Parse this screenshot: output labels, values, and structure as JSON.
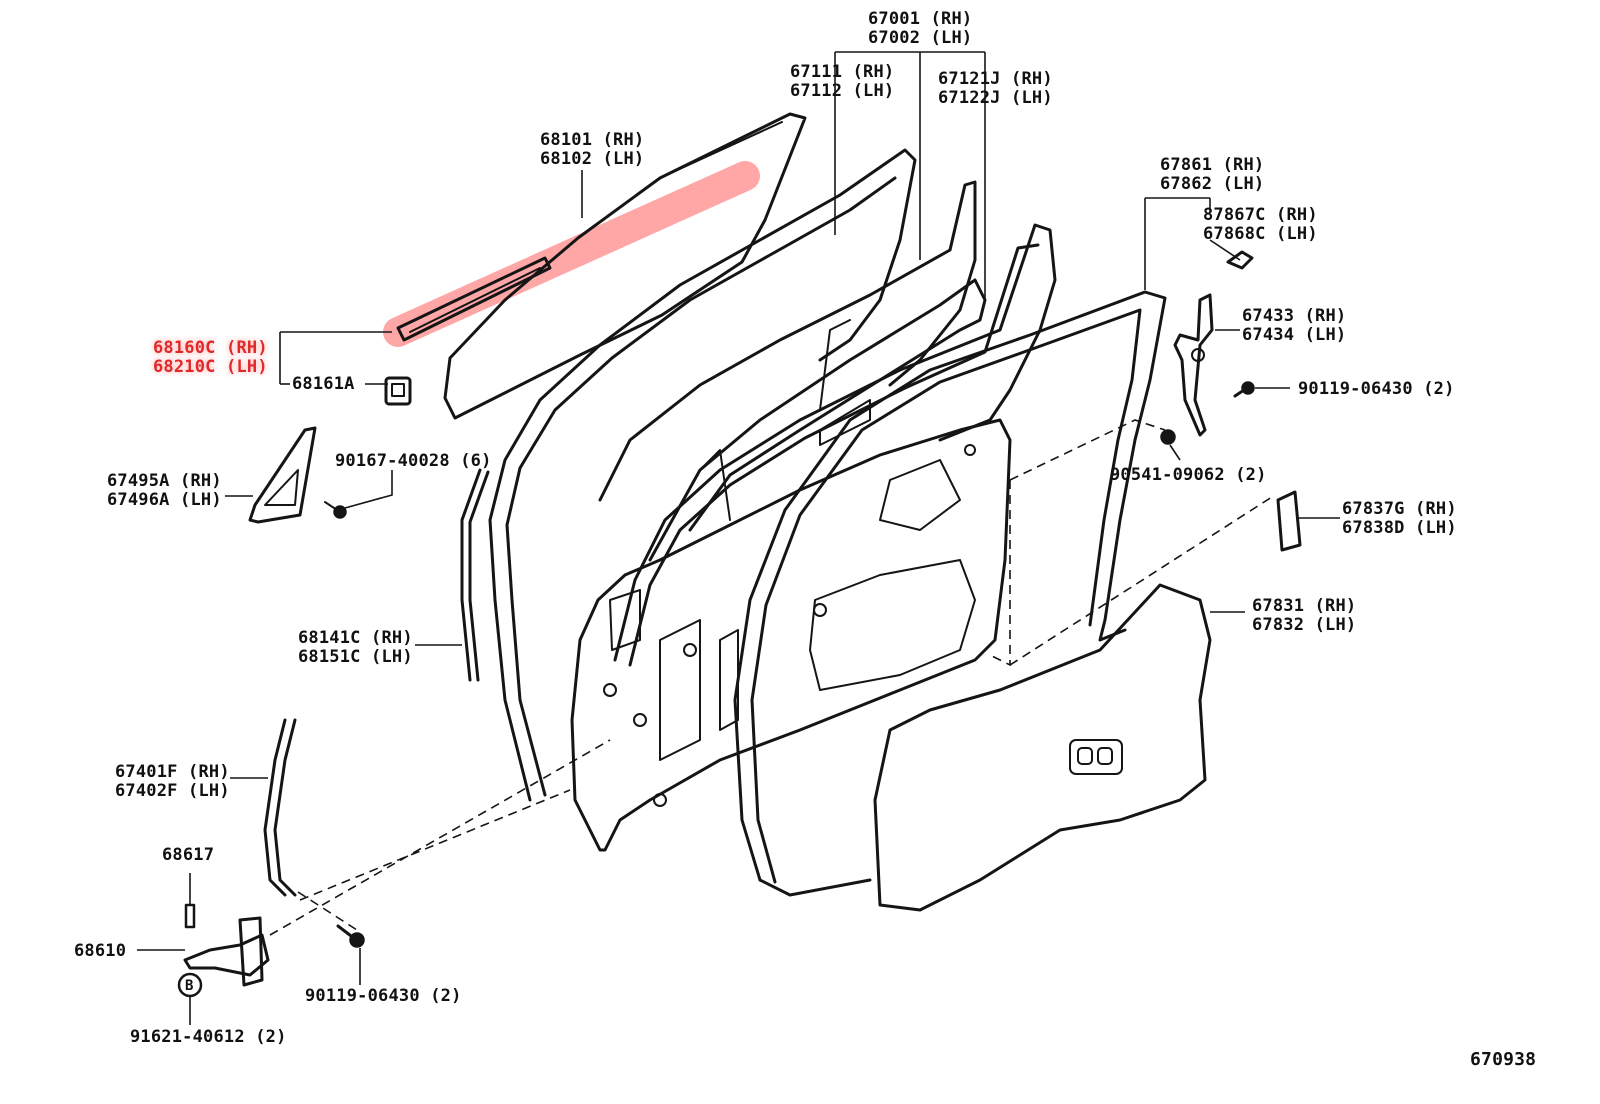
{
  "highlight_color": "#ff5c5c",
  "labels": {
    "l67001": "67001 (RH)",
    "l67002": "67002 (LH)",
    "l67111": "67111 (RH)",
    "l67112": "67112 (LH)",
    "l67121": "67121J (RH)",
    "l67122": "67122J (LH)",
    "l68101": "68101 (RH)",
    "l68102": "68102 (LH)",
    "l67861": "67861 (RH)",
    "l67862": "67862 (LH)",
    "l87867": "87867C (RH)",
    "l67868": "67868C (LH)",
    "l67433": "67433 (RH)",
    "l67434": "67434 (LH)",
    "l90119a": "90119-06430 (2)",
    "l90541": "90541-09062 (2)",
    "l68160": "68160C (RH)",
    "l68210": "68210C (LH)",
    "l68161": "68161A",
    "l90167": "90167-40028 (6)",
    "l67495": "67495A (RH)",
    "l67496": "67496A (LH)",
    "l67837": "67837G (RH)",
    "l67838": "67838D (LH)",
    "l68141": "68141C (RH)",
    "l68151": "68151C (LH)",
    "l67831": "67831 (RH)",
    "l67832": "67832 (LH)",
    "l67401": "67401F (RH)",
    "l67402": "67402F (LH)",
    "l68617": "68617",
    "l68610": "68610",
    "l90119b": "90119-06430 (2)",
    "l91621": "91621-40612 (2)",
    "b_symbol": "B",
    "ref": "670938"
  }
}
